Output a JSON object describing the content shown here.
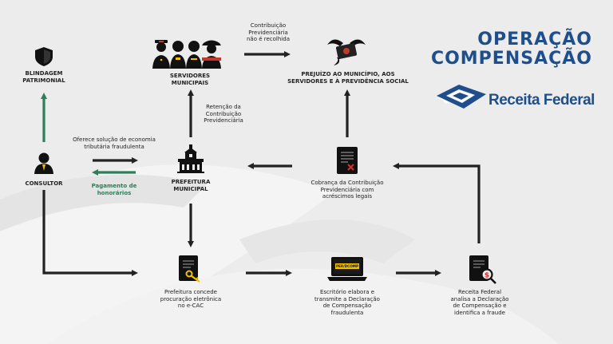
{
  "header": {
    "title_line1": "OPERAÇÃO",
    "title_line2": "COMPENSAÇÃO",
    "brand": "Receita Federal"
  },
  "nodes": {
    "blindagem": "BLINDAGEM\nPATRIMONIAL",
    "servidores": "SERVIDORES\nMUNICIPAIS",
    "prejuizo": "PREJUÍZO AO MUNICÍPIO, AOS\nSERVIDORES E À PREVIDÊNCIA SOCIAL",
    "consultor": "CONSULTOR",
    "prefeitura": "PREFEITURA\nMUNICIPAL",
    "cobranca": "Cobrança da Contribuição\nPrevidenciária com\nacréscimos legais",
    "procuracao": "Prefeitura concede\nprocuração eletrônica\nno e-CAC",
    "escritorio": "Escritório elabora e\ntransmite a Declaração\nde Compensação\nfraudulenta",
    "receita": "Receita Federal\nanalisa a Declaração\nde Compensação e\nidentifica a fraude"
  },
  "edge_labels": {
    "contribuicao": "Contribuição\nPrevidenciária\nnão é recolhida",
    "retencao": "Retenção da\nContribuição\nPrevidenciária",
    "oferece": "Oferece solução de economia\ntributária fraudulenta",
    "pagamento": "Pagamento de\nhonorários"
  },
  "icon_labels": {
    "perdcomp": "PER/DCOMP"
  },
  "colors": {
    "title": "#1f4e8c",
    "arrow": "#222222",
    "green_arrow": "#2e7d5b"
  }
}
